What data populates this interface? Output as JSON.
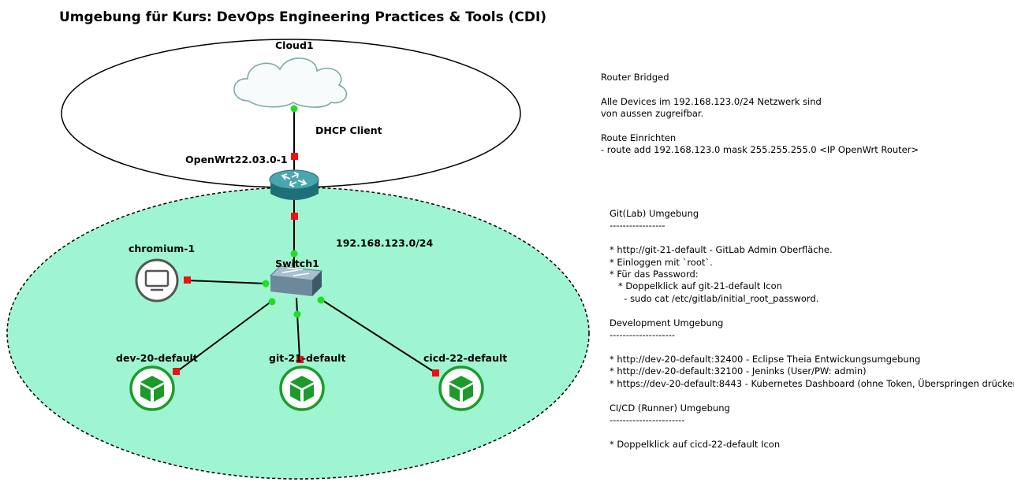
{
  "title": "Umgebung für Kurs: DevOps Engineering Practices & Tools (CDI)",
  "nodes": {
    "cloud": "Cloud1",
    "dhcp": "DHCP Client",
    "router": "OpenWrt22.03.0-1",
    "subnet": "192.168.123.0/24",
    "switch": "Switch1",
    "chromium": "chromium-1",
    "dev": "dev-20-default",
    "git": "git-21-default",
    "cicd": "cicd-22-default"
  },
  "notes": {
    "router": "Router Bridged\n\nAlle Devices im 192.168.123.0/24 Netzwerk sind\nvon aussen zugreifbar.\n\nRoute Einrichten\n- route add 192.168.123.0 mask 255.255.255.0 <IP OpenWrt Router>",
    "environments": "Git(Lab) Umgebung\n-----------------\n\n* http://git-21-default - GitLab Admin Oberfläche.\n* Einloggen mit `root`.\n* Für das Password:\n   * Doppelklick auf git-21-default Icon\n     - sudo cat /etc/gitlab/initial_root_password.\n\nDevelopment Umgebung\n--------------------\n\n* http://dev-20-default:32400 - Eclipse Theia Entwickungsumgebung\n* http://dev-20-default:32100 - Jeninks (User/PW: admin)\n* https://dev-20-default:8443 - Kubernetes Dashboard (ohne Token, Überspringen drücken)\n\nCI/CD (Runner) Umgebung\n-----------------------\n\n* Doppelklick auf cicd-22-default Icon"
  },
  "colors": {
    "lan_fill": "#9ff5d2",
    "link_up": "#22dd22",
    "link_down": "#ee1111",
    "device_green": "#1c9b2b",
    "router_teal": "#2f8c95"
  },
  "icons": {
    "cloud": "cloud-icon",
    "router": "router-icon",
    "switch": "switch-icon",
    "chromium": "monitor-icon",
    "docker_nodes": "cube-icon"
  }
}
